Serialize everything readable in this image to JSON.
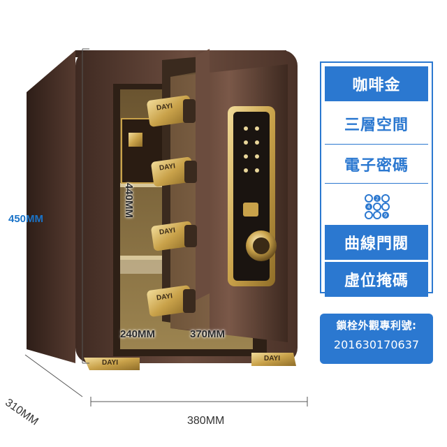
{
  "dimensions": {
    "height": "450MM",
    "width": "380MM",
    "depth": "310MM",
    "inner_height": "440MM",
    "inner_width": "240MM",
    "inner_depth": "370MM"
  },
  "brand": "DAYI",
  "features": [
    {
      "label": "咖啡金",
      "style": "filled"
    },
    {
      "label": "三層空間",
      "style": "plain"
    },
    {
      "label": "電子密碼",
      "style": "plain"
    },
    {
      "label": "",
      "style": "icon"
    },
    {
      "label": "曲線門閥",
      "style": "filled"
    },
    {
      "label": "虛位掩碼",
      "style": "filled"
    }
  ],
  "keypad_digits": [
    "2",
    "4",
    "9"
  ],
  "patent": {
    "label": "鎖栓外觀專利號:",
    "number": "201630170637"
  },
  "colors": {
    "accent": "#2b78d0",
    "safe_body": "#5a3f33",
    "gold": "#c9a24a"
  }
}
